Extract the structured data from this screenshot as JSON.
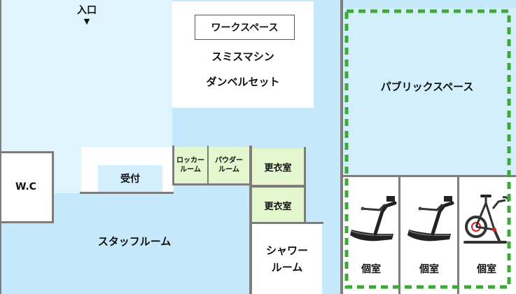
{
  "floor": {
    "entrance": {
      "label": "入口",
      "arrow": "▼"
    },
    "workspace_box": "ワークスペース",
    "smith_machine": "スミスマシン",
    "dumbbell_set": "ダンベルセット",
    "public_space": "パブリックスペース",
    "wc": "W.C",
    "reception": "受付",
    "locker_room": {
      "line1": "ロッカー",
      "line2": "ルーム"
    },
    "powder_room": {
      "line1": "パウダー",
      "line2": "ルーム"
    },
    "changing_room_1": "更衣室",
    "changing_room_2": "更衣室",
    "staff_room": "スタッフルーム",
    "shower_room": {
      "line1": "シャワー",
      "line2": "ルーム"
    },
    "private_rooms": [
      {
        "label": "個室",
        "equipment": "treadmill-icon"
      },
      {
        "label": "個室",
        "equipment": "treadmill-icon"
      },
      {
        "label": "個室",
        "equipment": "exercise-bike-icon"
      }
    ]
  },
  "colors": {
    "corridor": "#c6e8fb",
    "light_area": "#dff4fd",
    "locker_green": "#e4f6cd",
    "highlight_dash": "#3caa35",
    "wall": "#7d7d7d"
  }
}
